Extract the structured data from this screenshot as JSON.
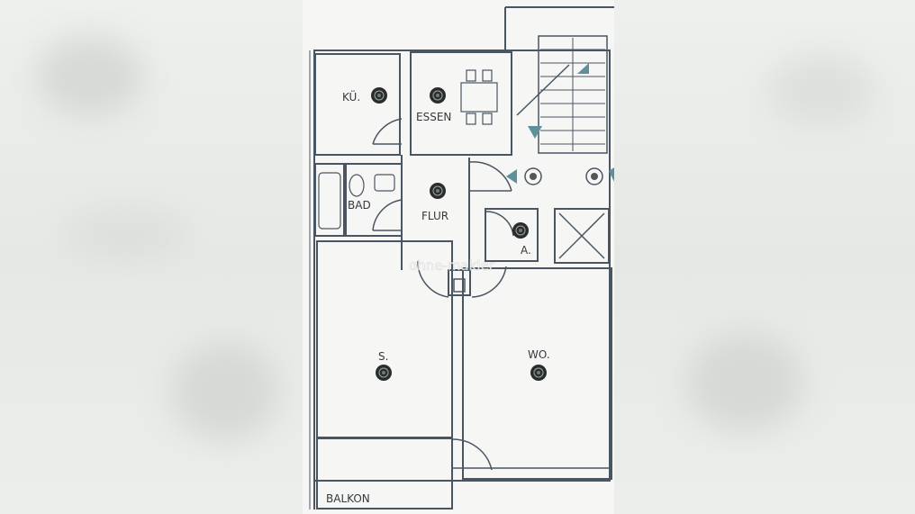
{
  "rooms": {
    "kitchen": "KÜ.",
    "dining": "ESSEN",
    "bath": "BAD",
    "hall": "FLUR",
    "storage": "A.",
    "bedroom": "S.",
    "living": "WO.",
    "balcony": "BALKON"
  },
  "watermark": "ohne-makler",
  "colors": {
    "line": "#4a5563",
    "paper": "#f6f7f4",
    "arrow": "#5f8f9a",
    "ceiling_light": "#2b2d2c"
  },
  "icons": [
    "ceiling-light-icon",
    "staircase-arrow-icon",
    "elevator-icon",
    "wall-lights-icon"
  ]
}
